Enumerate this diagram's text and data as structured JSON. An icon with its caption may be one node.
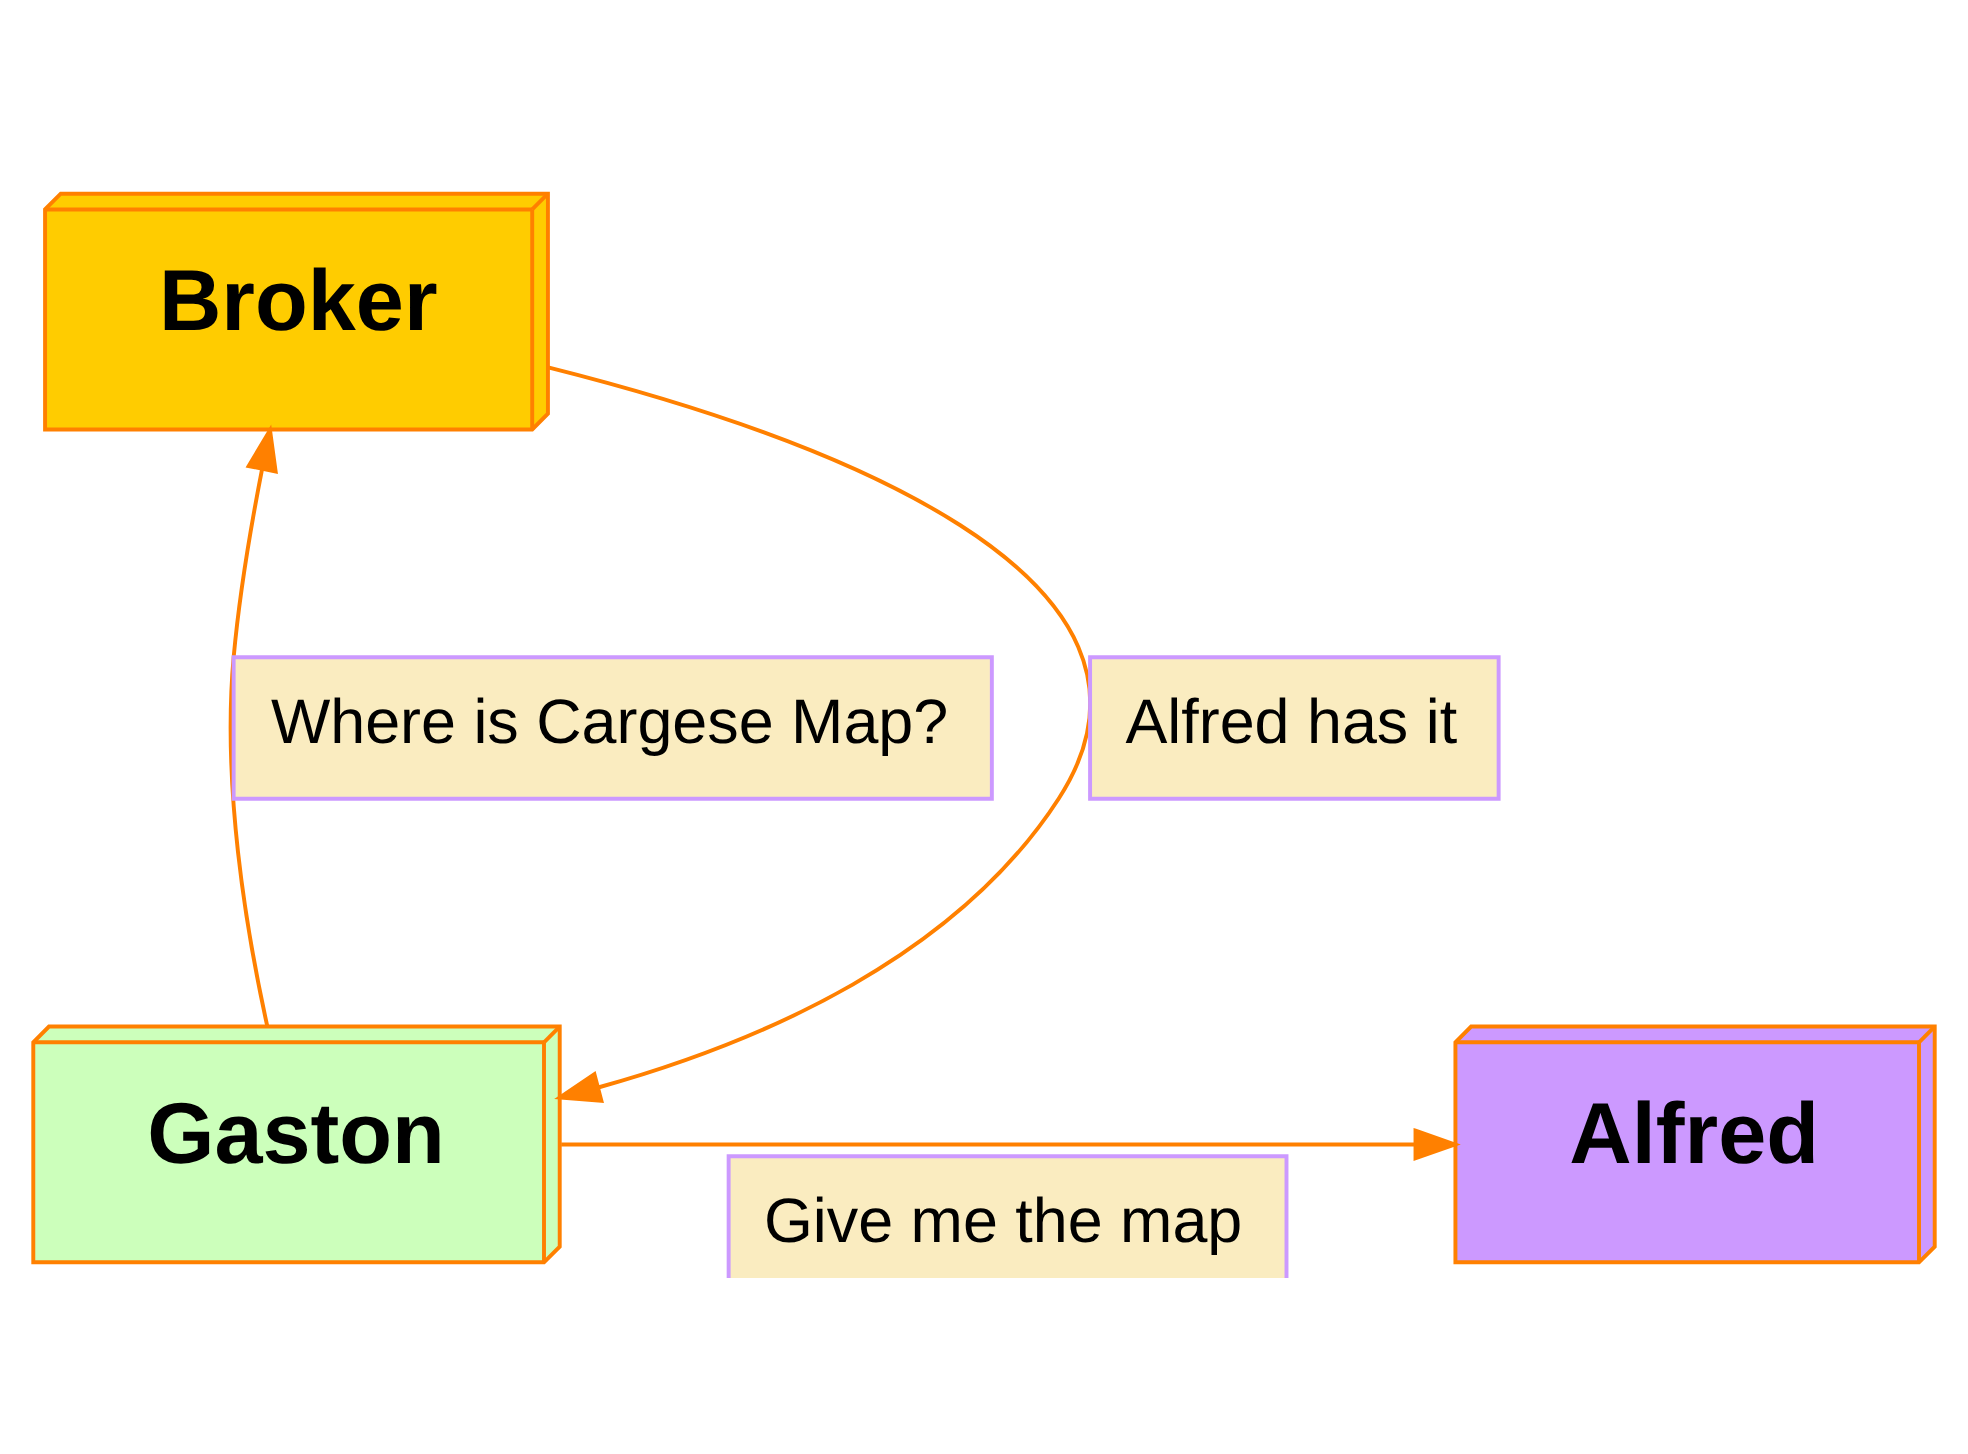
{
  "diagram": {
    "nodes": [
      {
        "text": [
          "Broker"
        ]
      },
      {
        "text": [
          "Gaston"
        ]
      },
      {
        "text": [
          "Alfred"
        ]
      }
    ],
    "edges": [
      {
        "from": 1,
        "to": 0,
        "arrow": "to",
        "label": "Where is Cargese Map?"
      },
      {
        "from": 0,
        "to": 1,
        "arrow": "to",
        "label": "Alfred has it"
      },
      {
        "from": 1,
        "to": 2,
        "arrow": "to",
        "label": "Give me the map"
      }
    ]
  }
}
